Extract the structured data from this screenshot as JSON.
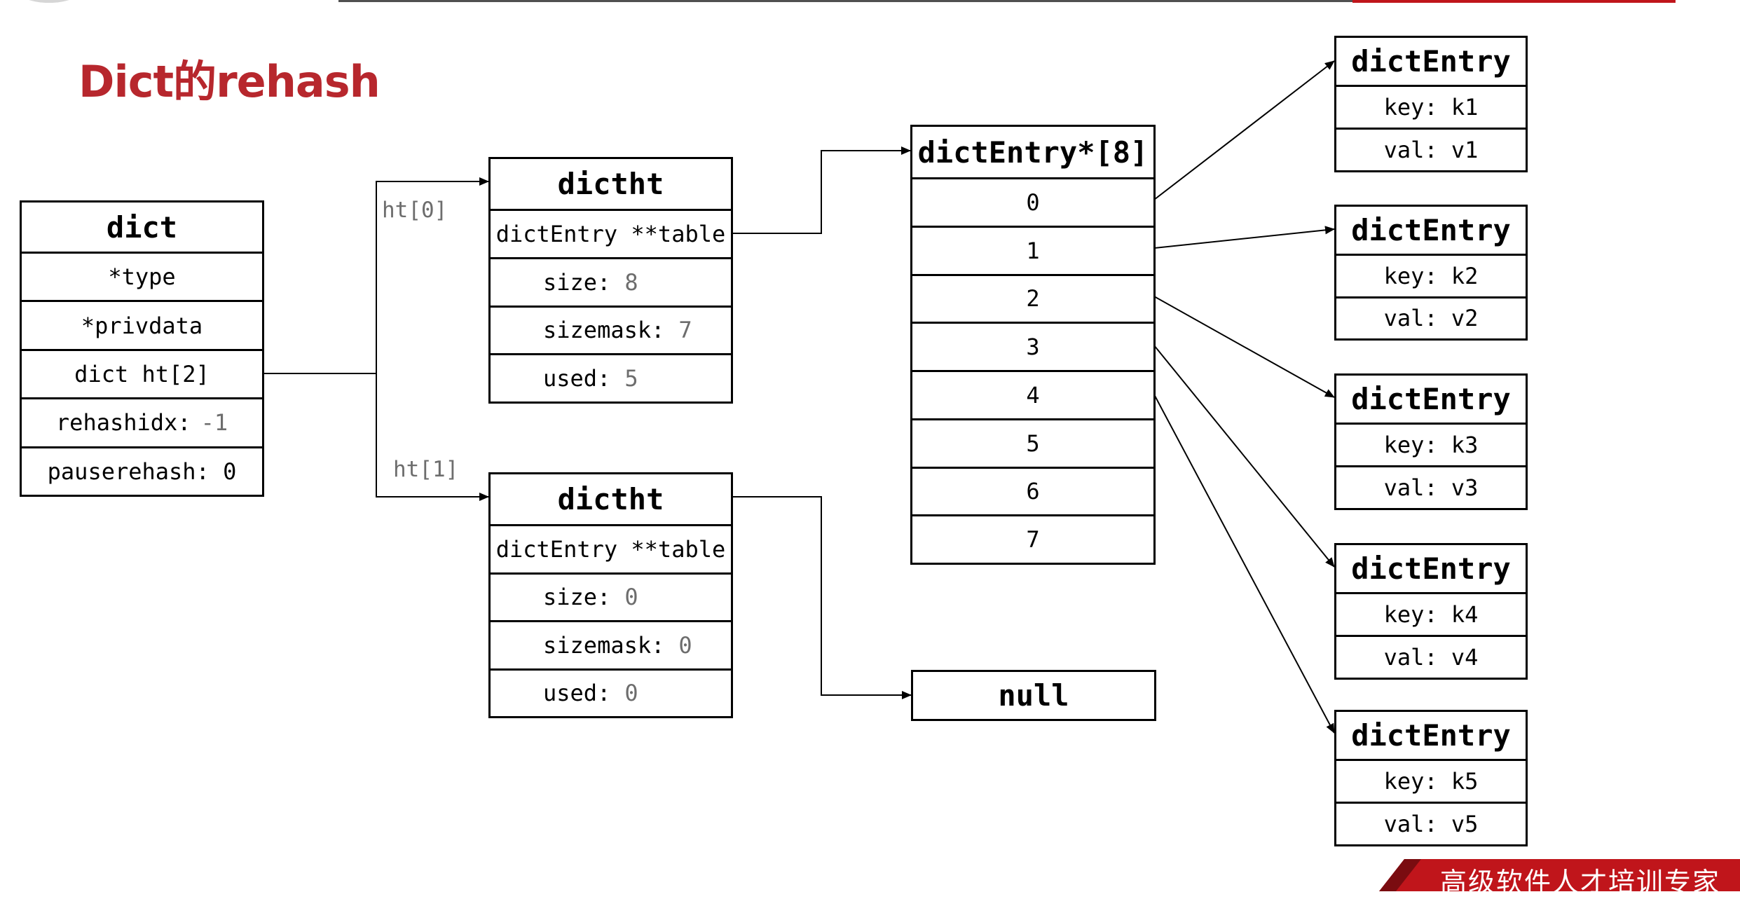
{
  "slide": {
    "title": "Dict的rehash",
    "footer_slogan": "高级软件人才培训专家"
  },
  "dict": {
    "header": "dict",
    "fields": [
      {
        "label": "*type",
        "value": ""
      },
      {
        "label": "*privdata",
        "value": ""
      },
      {
        "label": "dict ht[2]",
        "value": ""
      },
      {
        "label": "rehashidx:",
        "value": "-1"
      },
      {
        "label": "pauserehash: 0",
        "value": ""
      }
    ]
  },
  "edges": {
    "ht0": "ht[0]",
    "ht1": "ht[1]"
  },
  "dictht0": {
    "header": "dictht",
    "table": "dictEntry **table",
    "size_label": "size:",
    "size": "8",
    "sizemask_label": "sizemask:",
    "sizemask": "7",
    "used_label": "used:",
    "used": "5"
  },
  "dictht1": {
    "header": "dictht",
    "table": "dictEntry **table",
    "size_label": "size:",
    "size": "0",
    "sizemask_label": "sizemask:",
    "sizemask": "0",
    "used_label": "used:",
    "used": "0"
  },
  "bucket_array": {
    "header": "dictEntry*[8]",
    "indexes": [
      "0",
      "1",
      "2",
      "3",
      "4",
      "5",
      "6",
      "7"
    ]
  },
  "null_box": "null",
  "entries": [
    {
      "header": "dictEntry",
      "key": "key: k1",
      "val": "val: v1"
    },
    {
      "header": "dictEntry",
      "key": "key: k2",
      "val": "val: v2"
    },
    {
      "header": "dictEntry",
      "key": "key: k3",
      "val": "val: v3"
    },
    {
      "header": "dictEntry",
      "key": "key: k4",
      "val": "val: v4"
    },
    {
      "header": "dictEntry",
      "key": "key: k5",
      "val": "val: v5"
    }
  ],
  "colors": {
    "title": "#b7272d",
    "banner": "#c0151b",
    "muted_number": "#6d6d6d"
  }
}
